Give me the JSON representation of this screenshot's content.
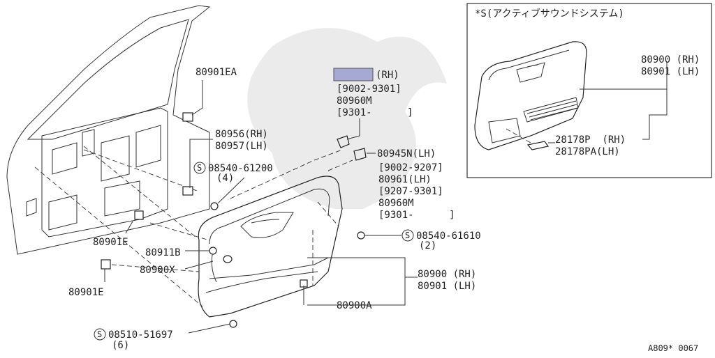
{
  "labels": {
    "p80901EA": "80901EA",
    "p80956": "80956(RH)",
    "p80957": "80957(LH)",
    "bolt1_code": "08540-61200",
    "bolt1_qty": "(4)",
    "p80901E_a": "80901E",
    "p80911B": "80911B",
    "p80900X": "80900X",
    "p80901E_b": "80901E",
    "bolt3_code": "08510-51697",
    "bolt3_qty": "(6)",
    "top_rh": "(RH)",
    "top_range1": "[9002-9301]",
    "top_80960M": "80960M",
    "top_range2": "[9301-      ]",
    "p80945N": "80945N(LH)",
    "r_range1": "[9002-9207]",
    "r_80961": "80961(LH)",
    "r_range2": "[9207-9301]",
    "r_80960M": "80960M",
    "r_range3": "[9301-      ]",
    "bolt2_code": "08540-61610",
    "bolt2_qty": "(2)",
    "trim_rh": "80900 (RH)",
    "trim_lh": "80901 (LH)",
    "p80900A": "80900A",
    "inset_title": "*S(アクティブサウンドシステム)",
    "inset_rh": "80900 (RH)",
    "inset_lh": "80901 (LH)",
    "spk_rh": "28178P  (RH)",
    "spk_lh": "28178PA(LH)",
    "ref": "A809* 0067",
    "s_mark": "S"
  },
  "colors": {
    "highlight": "#a5a9d4",
    "line": "#333333"
  }
}
